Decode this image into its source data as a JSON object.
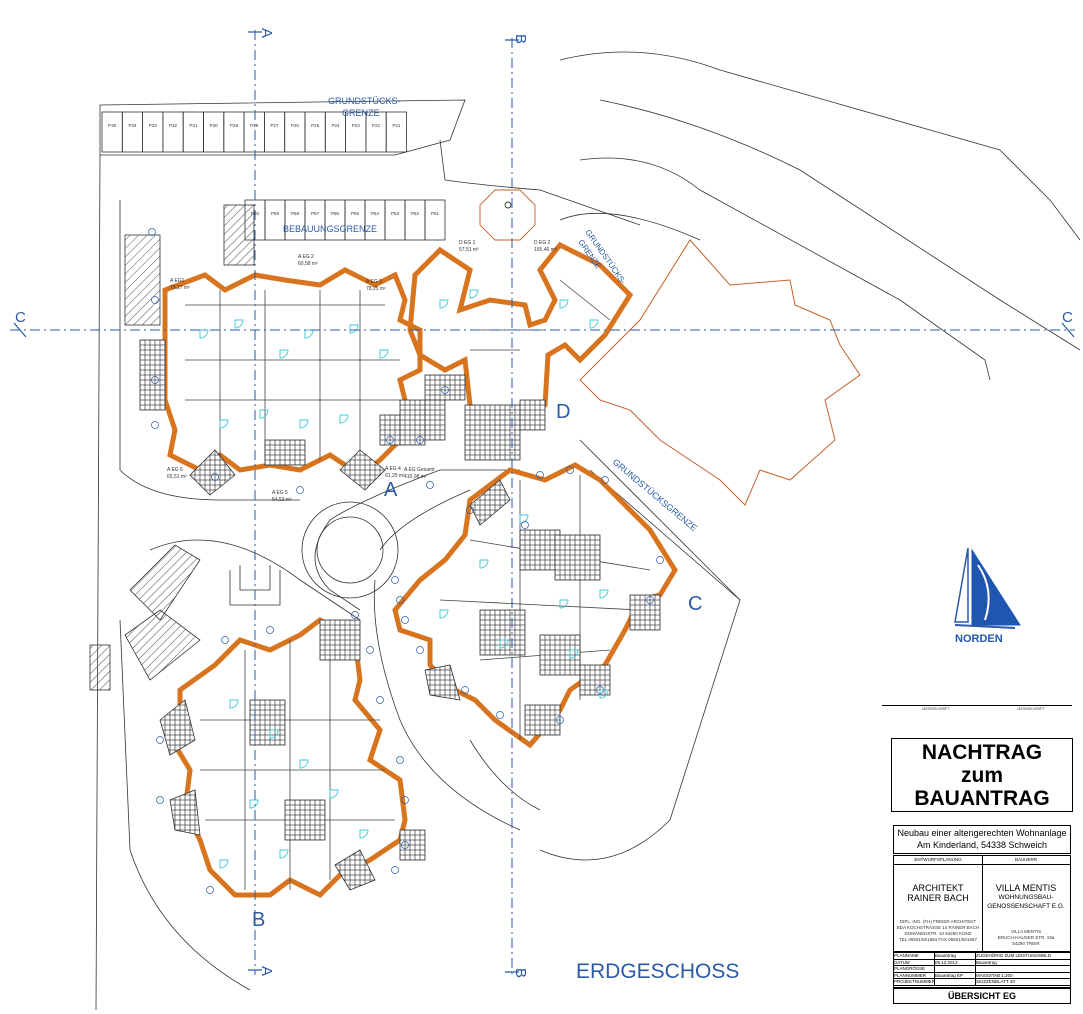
{
  "axes": {
    "a_top": "A",
    "a_bottom": "A",
    "b_top": "B",
    "b_bottom": "B",
    "c_left": "C",
    "c_right": "C"
  },
  "site_labels": {
    "property_line_top": [
      "GRUNDSTÜCKS-",
      "GRENZE"
    ],
    "building_line": "BEBAUUNGSGRENZE",
    "property_line_right": [
      "GRUNDSTÜCKS-",
      "GRENZE"
    ],
    "property_line_diag": "GRUNDSTÜCKSGRENZE",
    "floor_title": "ERDGESCHOSS"
  },
  "buildings": {
    "a": "A",
    "b": "B",
    "c": "C",
    "d": "D"
  },
  "parking": {
    "top_row": [
      "P35",
      "P34",
      "P33",
      "P32",
      "P31",
      "P30",
      "P29",
      "P28",
      "P27",
      "P26",
      "P25",
      "P24",
      "P23",
      "P22",
      "P21"
    ],
    "second_row": [
      "P60",
      "P59",
      "P58",
      "P57",
      "P56",
      "P55",
      "P54",
      "P53",
      "P52",
      "P51"
    ]
  },
  "unit_labels": {
    "a_eg1": [
      "A EG1",
      "79,17 m²"
    ],
    "a_eg2": [
      "A EG 2",
      "60,58 m²"
    ],
    "a_eg3": [
      "A EG 3",
      "78,25 m²"
    ],
    "a_eg4": [
      "A EG 4",
      "61,25 m²"
    ],
    "a_eg5": [
      "A EG 5",
      "54,53 m²"
    ],
    "a_eg6": [
      "A EG 6",
      "65,51 m²"
    ],
    "a_total": [
      "A EG Gesamt",
      "410,08 m²"
    ],
    "d_eg1": [
      "D EG 1",
      "57,51 m²"
    ],
    "d_eg2": [
      "D EG 2",
      "165,46 m²"
    ]
  },
  "compass": {
    "label": "NORDEN"
  },
  "title_block": {
    "title_lines": [
      "NACHTRAG",
      "zum",
      "BAUANTRAG"
    ],
    "project_lines": [
      "Neubau einer altengerechten Wohnanlage",
      "Am Kinderland, 54338 Schweich"
    ],
    "architect_header": "ENTWURFSPLANUNG",
    "architect_name": [
      "ARCHITEKT",
      "RAINER BACH"
    ],
    "architect_addr": [
      "DIPL. ING. (FH) FREIER ARCHITEKT",
      "BDA KOCHSTRASSE 14 RAINER BACH",
      "DOMÄNENSTR. 10   54290 KONZ",
      "TEL 06501/601684  FAX 06501/601687"
    ],
    "client_header": "BAUHERR",
    "client_name": [
      "VILLA MENTIS"
    ],
    "client_sub": [
      "WOHNUNGSBAU-",
      "GENOSSENSCHAFT E.G."
    ],
    "client_addr": [
      "VILLA MENTIS",
      "BRUCH-HAUSER STR. 19a",
      "54290 TRIER"
    ],
    "info_rows": [
      [
        "PLANNAME",
        "Bauantrag",
        "ZUGEHÖRIG ZUM LEISTUNGSBILD"
      ],
      [
        "DATUM",
        "05.12.2012",
        "Bauantrag"
      ],
      [
        "PLANGRÖSSE",
        "",
        ""
      ],
      [
        "PLANNUMMER",
        "Bauantrag EP",
        "MASSSTAB  1:200"
      ],
      [
        "PROJEKTNUMMER",
        "",
        "SKIZZENBLATT  10"
      ]
    ],
    "sheet_name": "ÜBERSICHT EG",
    "sig_left": "UNTERSCHRIFT",
    "sig_right": "UNTERSCHRIFT"
  }
}
